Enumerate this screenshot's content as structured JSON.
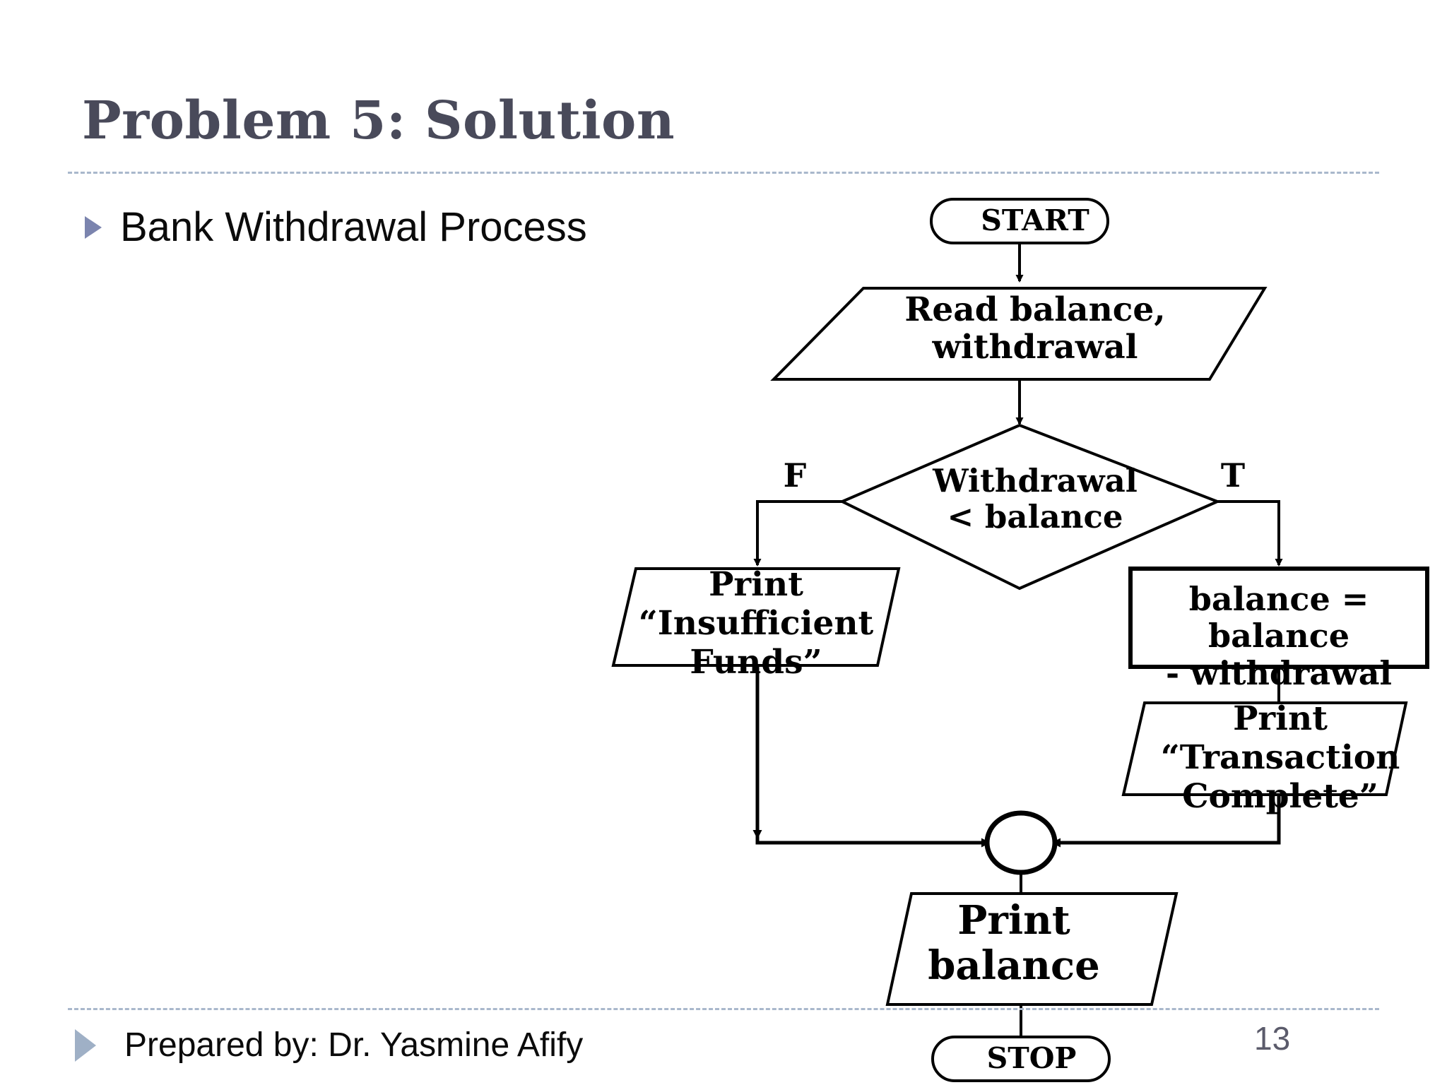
{
  "slide": {
    "title": "Problem 5: Solution",
    "title_color": "#494A5A",
    "divider_color": "#A9B8CC",
    "bullet_color": "#7B84AE",
    "background": "#ffffff"
  },
  "body": {
    "bullet_text": "Bank Withdrawal Process",
    "bullet_glyph": "triangle-right"
  },
  "footer": {
    "text": "Prepared by:  Dr. Yasmine Afify",
    "page_number": "13",
    "bullet_glyph": "triangle-right",
    "page_number_color": "#5B5B6B"
  },
  "flowchart": {
    "title": "Bank Withdrawal Process",
    "stroke_color": "#000000",
    "nodes": {
      "start": {
        "shape": "terminator",
        "label": "START"
      },
      "read": {
        "shape": "parallelogram",
        "label": "Read  balance,\nwithdrawal"
      },
      "decide": {
        "shape": "diamond",
        "label": "Withdrawal\n< balance"
      },
      "insufficient": {
        "shape": "parallelogram",
        "label": "Print\n“Insufficient\nFunds”"
      },
      "update": {
        "shape": "process",
        "label": "balance = balance\n- withdrawal"
      },
      "complete": {
        "shape": "parallelogram",
        "label": "Print\n“Transaction\nComplete”"
      },
      "merge": {
        "shape": "connector",
        "label": ""
      },
      "printbal": {
        "shape": "parallelogram",
        "label": "Print\nbalance"
      },
      "stop": {
        "shape": "terminator",
        "label": "STOP"
      }
    },
    "branch_labels": {
      "false": "F",
      "true": "T"
    },
    "edges": [
      {
        "from": "start",
        "to": "read",
        "label": ""
      },
      {
        "from": "read",
        "to": "decide",
        "label": ""
      },
      {
        "from": "decide",
        "to": "insufficient",
        "label": "F"
      },
      {
        "from": "decide",
        "to": "update",
        "label": "T"
      },
      {
        "from": "update",
        "to": "complete",
        "label": ""
      },
      {
        "from": "insufficient",
        "to": "merge",
        "label": ""
      },
      {
        "from": "complete",
        "to": "merge",
        "label": ""
      },
      {
        "from": "merge",
        "to": "printbal",
        "label": ""
      },
      {
        "from": "printbal",
        "to": "stop",
        "label": ""
      }
    ]
  }
}
